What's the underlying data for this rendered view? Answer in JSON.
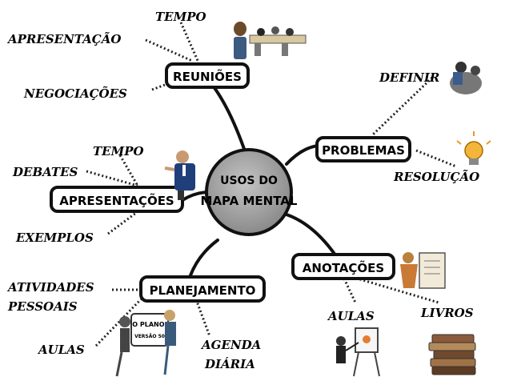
{
  "center": {
    "line1": "USOS DO",
    "line2": "MAPA MENTAL"
  },
  "branches": {
    "reunioes": {
      "label": "REUNIÕES",
      "leaves": [
        "TEMPO",
        "APRESENTAÇÃO",
        "NEGOCIAÇÕES"
      ]
    },
    "problemas": {
      "label": "PROBLEMAS",
      "leaves": [
        "DEFINIR",
        "RESOLUÇÃO"
      ]
    },
    "apresentacoes": {
      "label": "APRESENTAÇÕES",
      "leaves": [
        "TEMPO",
        "DEBATES",
        "EXEMPLOS"
      ]
    },
    "anotacoes": {
      "label": "ANOTAÇÕES",
      "leaves": [
        "AULAS",
        "LIVROS"
      ]
    },
    "planejamento": {
      "label": "PLANEJAMENTO",
      "leaves": [
        "ATIVIDADES",
        "PESSOAIS",
        "AULAS",
        "AGENDA",
        "DIÁRIA"
      ]
    }
  },
  "illustration_text": {
    "plano_1": "O PLANO:",
    "plano_2": "VERSÃO 50"
  },
  "colors": {
    "line": "#111111",
    "center_fill": "#9a9a9a",
    "box_fill": "#ffffff",
    "dots": "#222222"
  }
}
